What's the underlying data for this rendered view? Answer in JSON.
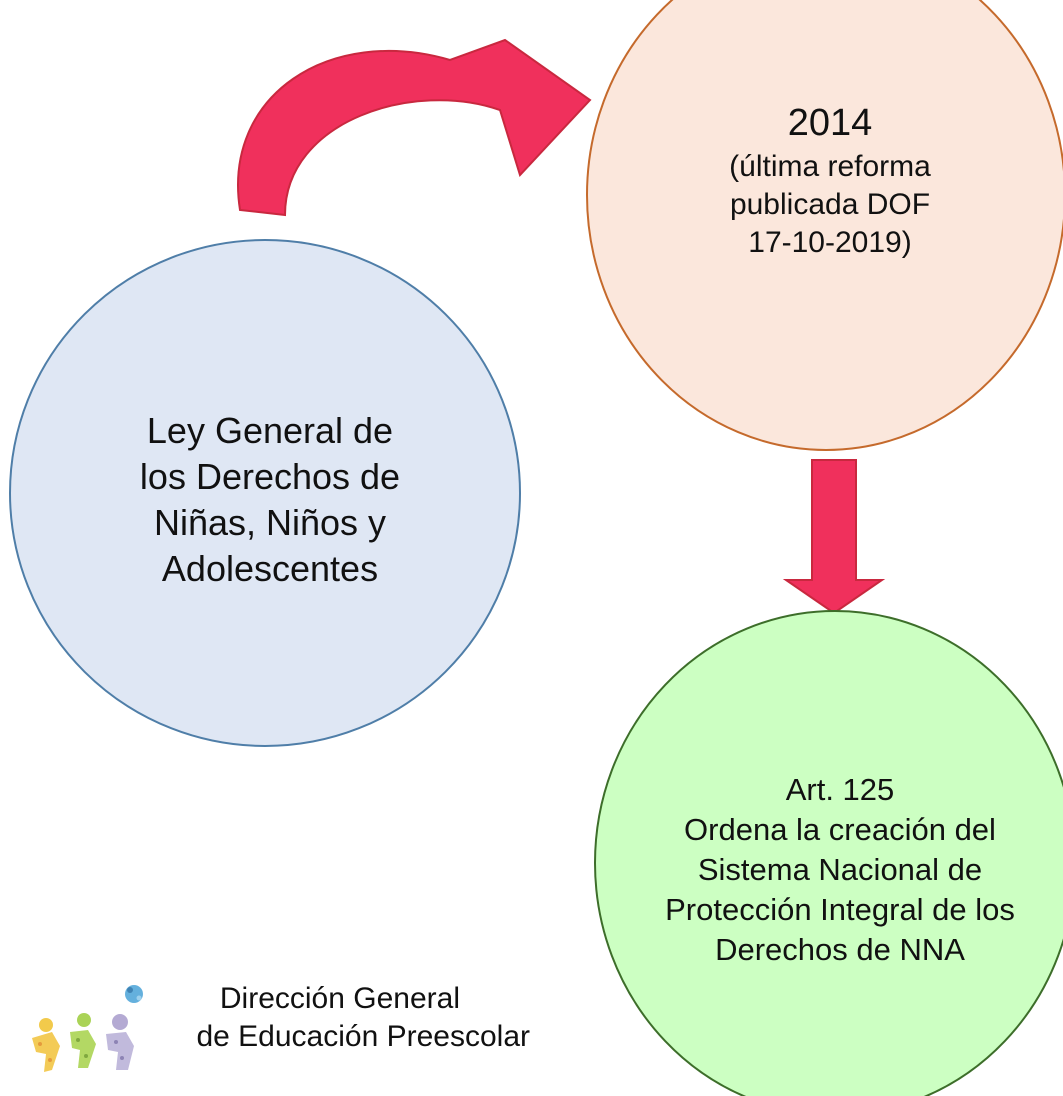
{
  "nodes": {
    "law": {
      "lines": [
        "Ley General de",
        "los Derechos de",
        "Niñas, Niños y",
        "Adolescentes"
      ],
      "fill": "#dfe7f4",
      "stroke": "#4f7ea8"
    },
    "year": {
      "year": "2014",
      "note_lines": [
        "(última reforma",
        "publicada DOF",
        "17-10-2019)"
      ],
      "fill": "#fbe7dc",
      "stroke": "#c56a2c"
    },
    "article": {
      "lines": [
        "Art. 125",
        "Ordena la creación del",
        "Sistema Nacional de",
        "Protección Integral de los",
        "Derechos de NNA"
      ],
      "fill": "#ccffc2",
      "stroke": "#3d6e2a"
    }
  },
  "arrows": {
    "color": "#f0305c",
    "stroke": "#c9283f"
  },
  "footer": {
    "line1": "Dirección General",
    "line2": "de Educación Preescolar",
    "logo_icon": "children-logo-icon"
  }
}
